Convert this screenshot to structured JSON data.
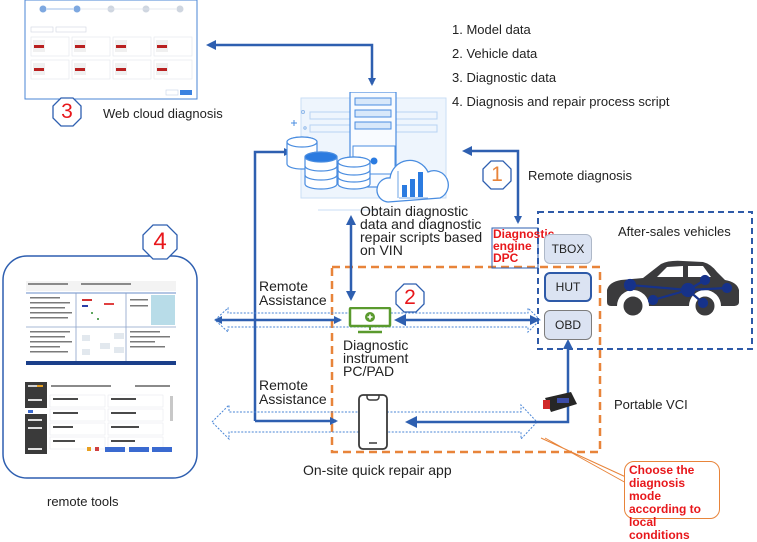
{
  "data_list": {
    "items": [
      "1. Model data",
      "2. Vehicle data",
      "3. Diagnostic data",
      "4. Diagnosis and repair process script"
    ]
  },
  "web_cloud": {
    "number": "3",
    "label": "Web cloud diagnosis"
  },
  "remote_diagnosis": {
    "number": "1",
    "label": "Remote diagnosis"
  },
  "cloud_caption": {
    "lines": [
      "Obtain diagnostic",
      "data and diagnostic",
      "repair scripts based",
      "on VIN"
    ]
  },
  "diagnostic_engine": {
    "lines": [
      "Diagnostic",
      "engine",
      "DPC"
    ]
  },
  "vehicles": {
    "title": "After-sales vehicles",
    "ecus": [
      "TBOX",
      "HUT",
      "OBD"
    ]
  },
  "remote_tools": {
    "number": "4",
    "label": "remote tools"
  },
  "remote_assistance": {
    "top": [
      "Remote",
      "Assistance"
    ],
    "bottom": [
      "Remote",
      "Assistance"
    ]
  },
  "diagnostic_instrument": {
    "number": "2",
    "lines": [
      "Diagnostic",
      "instrument",
      "PC/PAD"
    ]
  },
  "quick_repair_app": {
    "label": "On-site quick repair app"
  },
  "portable_vci": {
    "label": "Portable VCI"
  },
  "callout": {
    "lines": [
      "Choose the",
      "diagnosis mode",
      "according to",
      "local conditions"
    ]
  },
  "colors": {
    "arrow_blue": "#2e5fb0",
    "orange_dashed": "#e8843a",
    "vehicle_dashed": "#2e5aa8",
    "accent_red": "#e8171b",
    "instrument_green": "#5a9a2e"
  }
}
